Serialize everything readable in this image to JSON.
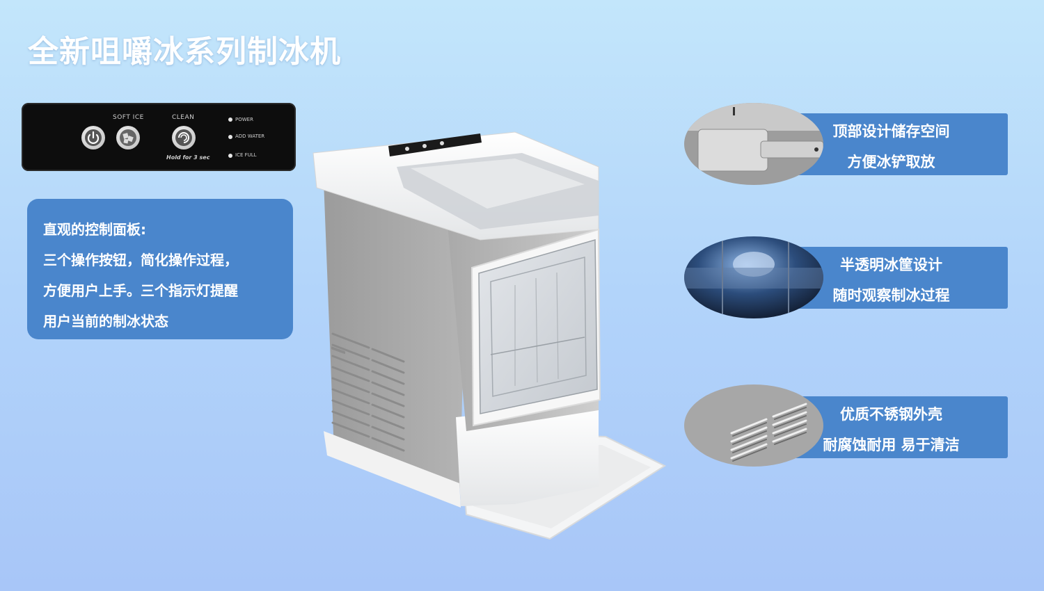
{
  "title": "全新咀嚼冰系列制冰机",
  "control_panel": {
    "buttons": [
      {
        "label": "",
        "icon": "power-icon"
      },
      {
        "label": "SOFT ICE",
        "icon": "ice-cubes-icon"
      },
      {
        "label": "CLEAN",
        "icon": "swirl-icon"
      }
    ],
    "hold_note": "Hold for 3 sec",
    "indicators": [
      "POWER",
      "ADD WATER",
      "ICE FULL"
    ]
  },
  "description": {
    "lines": [
      "直观的控制面板:",
      "三个操作按钮，简化操作过程，",
      "方便用户上手。三个指示灯提醒",
      "用户当前的制冰状态"
    ]
  },
  "features": [
    {
      "line1": "顶部设计储存空间",
      "line2": "方便冰铲取放",
      "image": "ice-scoop-closeup"
    },
    {
      "line1": "半透明冰筐设计",
      "line2": "随时观察制冰过程",
      "image": "ice-basket-closeup"
    },
    {
      "line1": "优质不锈钢外壳",
      "line2": "耐腐蚀耐用 易于清洁",
      "image": "vent-grille-closeup"
    }
  ],
  "colors": {
    "accent": "#4a86cc",
    "panel": "#0d0d0d",
    "background_top": "#c3e6fb",
    "background_bottom": "#a8c6f8"
  }
}
